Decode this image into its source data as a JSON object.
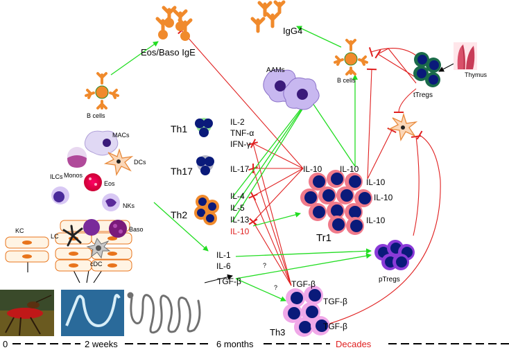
{
  "labels": {
    "eos_baso_ige": "Eos/Baso IgE",
    "igg4": "IgG4",
    "b_cells_left": "B cells",
    "b_cells_right": "B cells",
    "thymus": "Thymus",
    "ttregs": "tTregs",
    "aams": "AAMs",
    "macs": "MACs",
    "monos": "Monos",
    "dcs": "DCs",
    "eos": "Eos",
    "ilcs": "ILCs",
    "nks": "NKs",
    "kc": "KC",
    "lc": "LC",
    "baso": "Baso",
    "cdc": "cDC",
    "th1": "Th1",
    "th17": "Th17",
    "th2": "Th2",
    "th3": "Th3",
    "tr1": "Tr1",
    "ptregs": "pTregs",
    "question": "?"
  },
  "cytokines": {
    "th1": [
      "IL-2",
      "TNF-α",
      "IFN-γ"
    ],
    "th17": [
      "IL-17"
    ],
    "th2": [
      "IL-4",
      "IL-5",
      "IL-13",
      "IL-10"
    ],
    "early": [
      "IL-1",
      "IL-6"
    ],
    "tgf": "TGF-β",
    "tr1_il10": "IL-10",
    "th3_tgf": "TGF-β"
  },
  "timeline": {
    "t0": "0",
    "t1": "2 weeks",
    "t2": "6 months",
    "t3": "Decades"
  },
  "colors": {
    "activation_arrow": "#22dd22",
    "inhibition_line": "#e02020",
    "highlight_text": "#e02020",
    "b_cell": "#f08a2c",
    "t_cell_nucleus": "#0a1a7a"
  }
}
